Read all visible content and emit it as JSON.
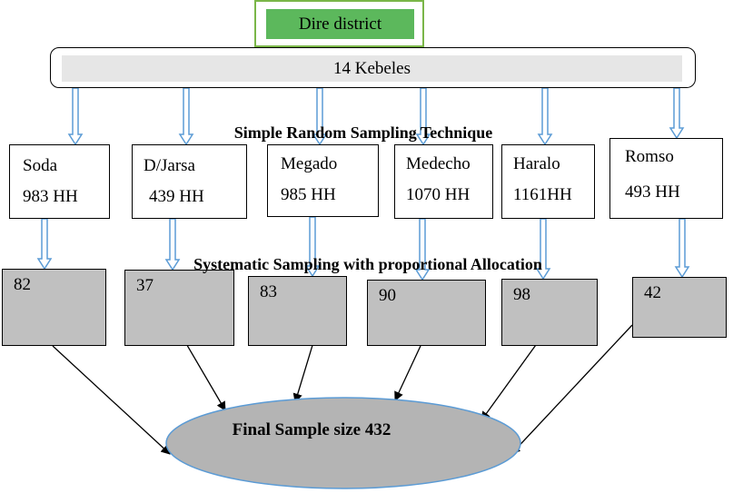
{
  "district": {
    "label": "Dire district",
    "fill_color": "#5cb85c",
    "border_color": "#7ab648"
  },
  "kebeles_bar": {
    "label": "14 Kebeles",
    "fill_color": "#e6e6e6"
  },
  "technique_label": "Simple Random Sampling Technique",
  "allocation_label": "Systematic Sampling with proportional Allocation",
  "kebeles": [
    {
      "name": "Soda",
      "households": "983 HH",
      "sample": "82"
    },
    {
      "name": "D/Jarsa",
      "households": "439 HH",
      "sample": "37"
    },
    {
      "name": "Megado",
      "households": "985 HH",
      "sample": "83"
    },
    {
      "name": "Medecho",
      "households": "1070 HH",
      "sample": "90"
    },
    {
      "name": "Haralo",
      "households": "1161HH",
      "sample": "98"
    },
    {
      "name": "Romso",
      "households": "493 HH",
      "sample": "42"
    }
  ],
  "final_sample": {
    "label": "Final Sample size 432",
    "fill_color": "#b4b4b4",
    "border_color": "#5b9bd5"
  },
  "colors": {
    "hollow_arrow": "#5b9bd5",
    "sample_fill": "#c0c0c0",
    "connector": "#000000"
  }
}
